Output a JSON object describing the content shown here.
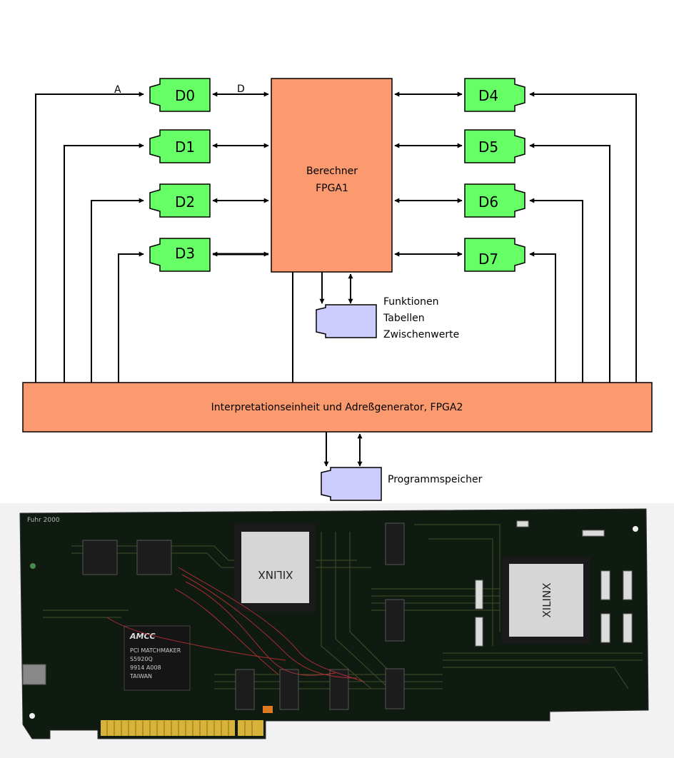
{
  "diagram": {
    "labels": {
      "address": "A",
      "data": "D"
    },
    "drives": [
      "D0",
      "D1",
      "D2",
      "D3",
      "D4",
      "D5",
      "D6",
      "D7"
    ],
    "fpga1": {
      "line1": "Berechner",
      "line2": "FPGA1"
    },
    "fpga2": {
      "label": "Interpretationseinheit und Adreßgenerator, FPGA2"
    },
    "function_memory": {
      "line1": "Funktionen",
      "line2": "Tabellen",
      "line3": "Zwischenwerte"
    },
    "program_memory": {
      "label": "Programmspeicher"
    },
    "colors": {
      "drive_fill": "#66ff66",
      "fpga_fill": "#fa9a6e",
      "memory_fill": "#ccccff",
      "line": "#000000"
    }
  },
  "board_photo": {
    "silkscreen": "Fuhr 2000",
    "chips": {
      "amcc_brand": "AMCC",
      "amcc_line1": "PCI MATCHMAKER",
      "amcc_line2": "S5920Q",
      "amcc_line3": "9914 A008",
      "amcc_line4": "TAIWAN",
      "xilinx_brand": "XILINX"
    }
  }
}
